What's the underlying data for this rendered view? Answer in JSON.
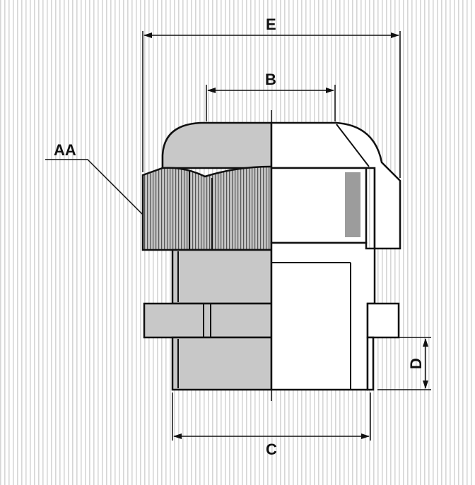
{
  "labels": {
    "e": "E",
    "b": "B",
    "aa": "AA",
    "d": "D",
    "c": "C"
  },
  "colors": {
    "background_stripe": "#d8d8d8",
    "body_fill": "#c8c8c8",
    "outline": "#111111",
    "window_fill": "#9c9c9c"
  }
}
